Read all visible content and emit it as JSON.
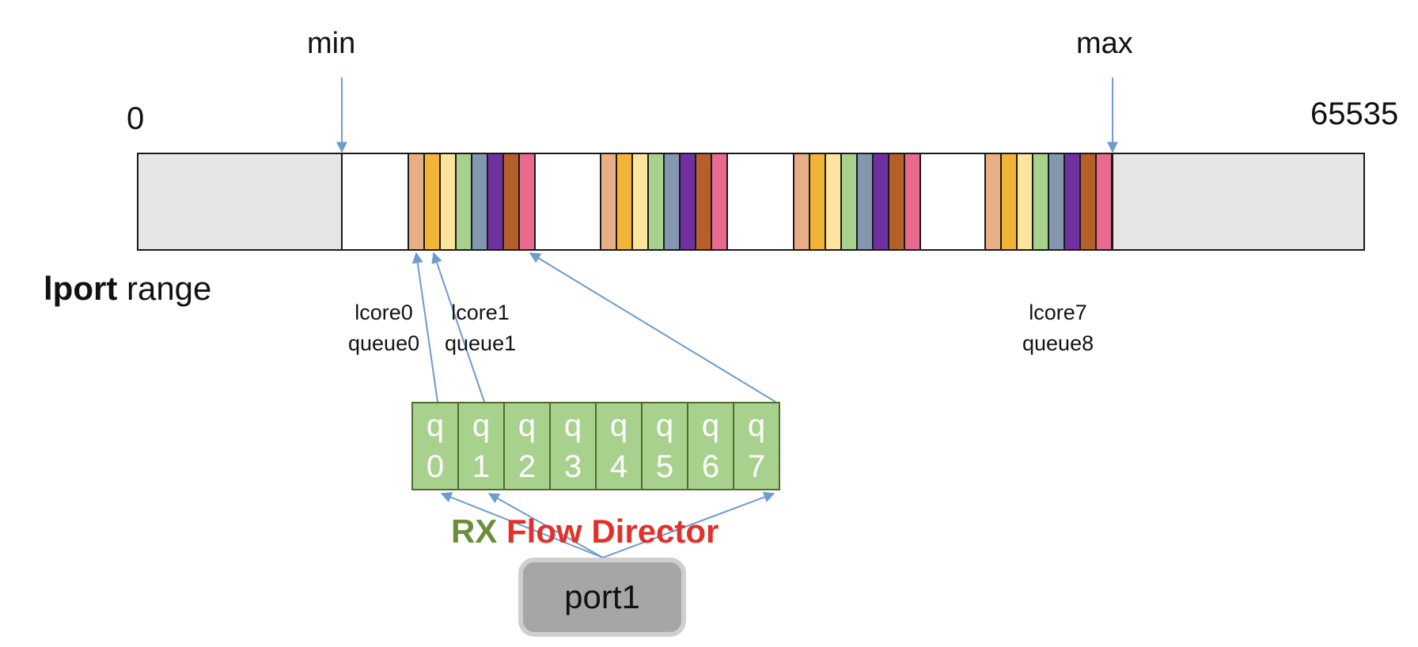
{
  "labels": {
    "min": "min",
    "max": "max",
    "zero": "0",
    "top": "65535",
    "range_bold": "lport",
    "range_rest": " range",
    "lcore0": "lcore0",
    "queue0": "queue0",
    "lcore1": "lcore1",
    "queue1": "queue1",
    "lcore7": "lcore7",
    "queue8": "queue8",
    "rx": "RX",
    "flow_director": " Flow Director",
    "port": "port1"
  },
  "queues": [
    {
      "q": "q",
      "n": "0"
    },
    {
      "q": "q",
      "n": "1"
    },
    {
      "q": "q",
      "n": "2"
    },
    {
      "q": "q",
      "n": "3"
    },
    {
      "q": "q",
      "n": "4"
    },
    {
      "q": "q",
      "n": "5"
    },
    {
      "q": "q",
      "n": "6"
    },
    {
      "q": "q",
      "n": "7"
    }
  ],
  "colors": {
    "outside_range": "#e6e6e6",
    "in_range": "#ffffff",
    "arrow": "#6e9bd0",
    "queue_fill": "#a9d18e",
    "stripes": [
      "#e8ae86",
      "#f2b436",
      "#fce49c",
      "#a9d18e",
      "#8497b0",
      "#7030a0",
      "#b5602a",
      "#e86a8f"
    ]
  },
  "stripe_groups": 4
}
